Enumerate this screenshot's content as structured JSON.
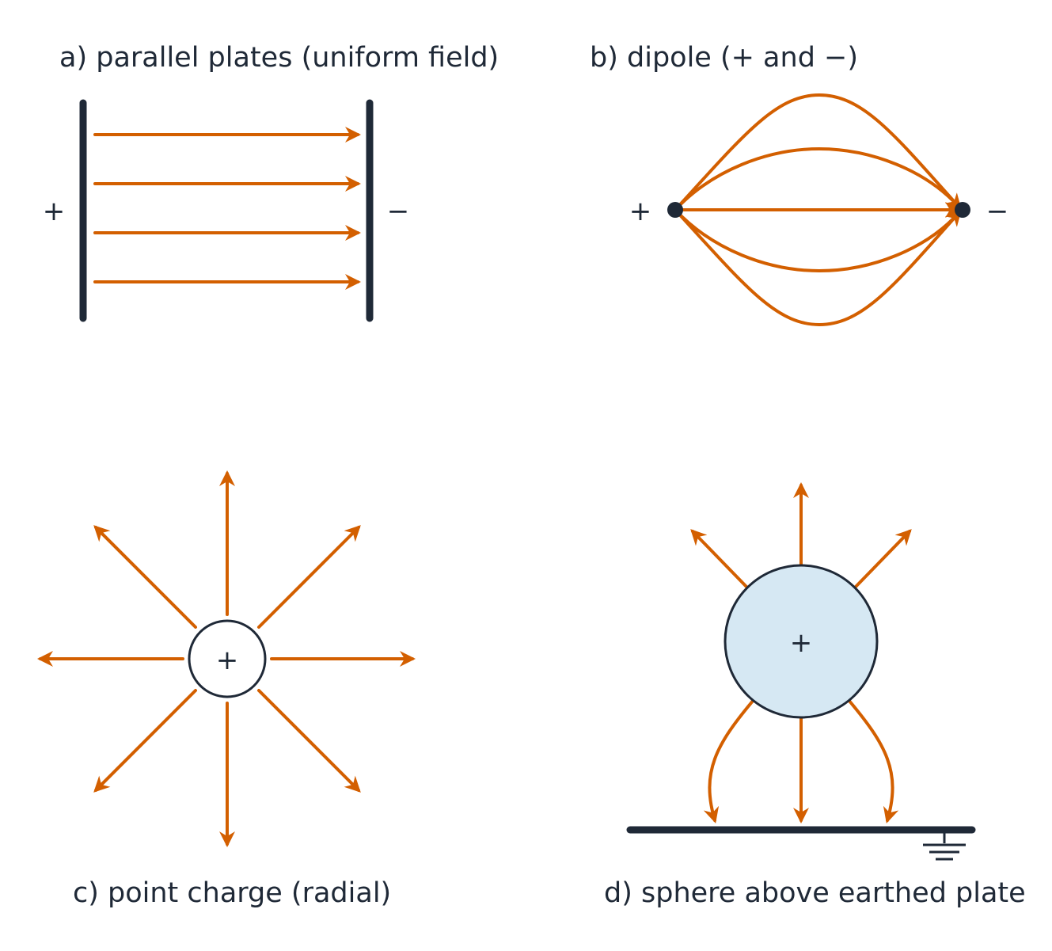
{
  "panels": {
    "a": {
      "caption": "a) parallel plates (uniform field)",
      "left_sign": "+",
      "right_sign": "−"
    },
    "b": {
      "caption": "b) dipole (+ and −)",
      "left_sign": "+",
      "right_sign": "−"
    },
    "c": {
      "caption": "c) point charge (radial)",
      "charge_sign": "+"
    },
    "d": {
      "caption": "d) sphere above earthed plate",
      "charge_sign": "+"
    }
  },
  "colors": {
    "field_line": "#d35f00",
    "conductor": "#1f2937",
    "sphere_fill": "#d6e8f3"
  },
  "icons": [
    "ground-icon"
  ]
}
